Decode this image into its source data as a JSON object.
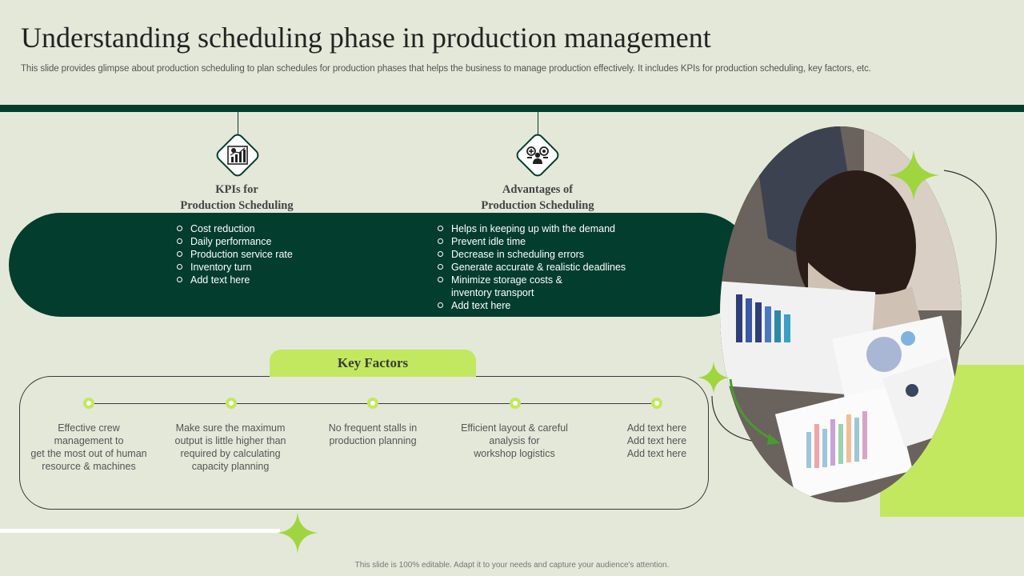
{
  "title": "Understanding scheduling phase in production management",
  "subtitle": "This slide provides glimpse about production scheduling to plan schedules for production phases that helps the business to manage production effectively. It includes KPIs for production scheduling, key factors, etc.",
  "kpis": {
    "heading_line1": "KPIs for",
    "heading_line2": "Production Scheduling",
    "icon": "bar-chart-icon",
    "items": [
      "Cost reduction",
      "Daily performance",
      "Production service rate",
      "Inventory turn",
      "Add text here"
    ]
  },
  "advantages": {
    "heading_line1": "Advantages of",
    "heading_line2": "Production Scheduling",
    "icon": "team-settings-icon",
    "items": [
      "Helps in keeping up with the demand",
      "Prevent idle time",
      "Decrease in scheduling errors",
      "Generate accurate & realistic deadlines",
      "Minimize storage costs &",
      "inventory transport",
      "Add text here"
    ]
  },
  "key_factors": {
    "heading": "Key Factors",
    "items": [
      [
        "Effective crew",
        "management to",
        "get the most out of human",
        "resource & machines"
      ],
      [
        "Make sure the maximum",
        "output is little higher than",
        "required by calculating",
        "capacity planning"
      ],
      [
        "No frequent stalls in",
        "production planning"
      ],
      [
        "Efficient layout & careful",
        "analysis for",
        "workshop logistics"
      ],
      [
        "Add text here",
        "Add text here",
        "Add text here"
      ]
    ]
  },
  "footer": "This slide is 100% editable. Adapt it to your needs and capture your audience's attention.",
  "colors": {
    "dark_green": "#033d2d",
    "lime": "#c2e85f",
    "background": "#e4e8d9"
  }
}
